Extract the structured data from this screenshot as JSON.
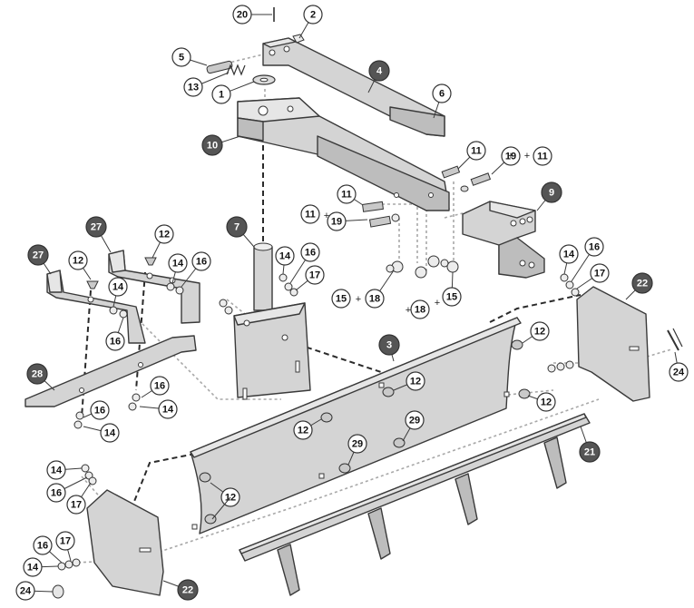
{
  "colors": {
    "part_fill": "#d4d4d4",
    "dark_callout": "#555555",
    "light_callout": "#ffffff",
    "outline": "#3a3a3a"
  },
  "callouts": [
    {
      "id": "c20",
      "label": "20",
      "style": "light"
    },
    {
      "id": "c2",
      "label": "2",
      "style": "light"
    },
    {
      "id": "c5",
      "label": "5",
      "style": "light"
    },
    {
      "id": "c13",
      "label": "13",
      "style": "light"
    },
    {
      "id": "c1",
      "label": "1",
      "style": "light"
    },
    {
      "id": "c4",
      "label": "4",
      "style": "dark"
    },
    {
      "id": "c6",
      "label": "6",
      "style": "light"
    },
    {
      "id": "c10",
      "label": "10",
      "style": "dark"
    },
    {
      "id": "c11a",
      "label": "11",
      "style": "light"
    },
    {
      "id": "c19a",
      "label": "19",
      "style": "light"
    },
    {
      "id": "c11b",
      "label": "11",
      "style": "light"
    },
    {
      "id": "c11c",
      "label": "11",
      "style": "light"
    },
    {
      "id": "c11d",
      "label": "11",
      "style": "light"
    },
    {
      "id": "c19b",
      "label": "19",
      "style": "light"
    },
    {
      "id": "c9",
      "label": "9",
      "style": "dark"
    },
    {
      "id": "c27a",
      "label": "27",
      "style": "dark"
    },
    {
      "id": "c12a",
      "label": "12",
      "style": "light"
    },
    {
      "id": "c7",
      "label": "7",
      "style": "dark"
    },
    {
      "id": "c14a",
      "label": "14",
      "style": "light"
    },
    {
      "id": "c16a",
      "label": "16",
      "style": "light"
    },
    {
      "id": "c14b",
      "label": "14",
      "style": "light"
    },
    {
      "id": "c16b",
      "label": "16",
      "style": "light"
    },
    {
      "id": "c17a",
      "label": "17",
      "style": "light"
    },
    {
      "id": "c27b",
      "label": "27",
      "style": "dark"
    },
    {
      "id": "c12b",
      "label": "12",
      "style": "light"
    },
    {
      "id": "c14c",
      "label": "14",
      "style": "light"
    },
    {
      "id": "c16c",
      "label": "16",
      "style": "light"
    },
    {
      "id": "c15a",
      "label": "15",
      "style": "light"
    },
    {
      "id": "c18a",
      "label": "18",
      "style": "light"
    },
    {
      "id": "c18b",
      "label": "18",
      "style": "light"
    },
    {
      "id": "c15b",
      "label": "15",
      "style": "light"
    },
    {
      "id": "c14d",
      "label": "14",
      "style": "light"
    },
    {
      "id": "c16d",
      "label": "16",
      "style": "light"
    },
    {
      "id": "c17b",
      "label": "17",
      "style": "light"
    },
    {
      "id": "c22a",
      "label": "22",
      "style": "dark"
    },
    {
      "id": "c3",
      "label": "3",
      "style": "dark"
    },
    {
      "id": "c12c",
      "label": "12",
      "style": "light"
    },
    {
      "id": "c28",
      "label": "28",
      "style": "dark"
    },
    {
      "id": "c16e",
      "label": "16",
      "style": "light"
    },
    {
      "id": "c14e",
      "label": "14",
      "style": "light"
    },
    {
      "id": "c16f",
      "label": "16",
      "style": "light"
    },
    {
      "id": "c14f",
      "label": "14",
      "style": "light"
    },
    {
      "id": "c12d",
      "label": "12",
      "style": "light"
    },
    {
      "id": "c12e",
      "label": "12",
      "style": "light"
    },
    {
      "id": "c29a",
      "label": "29",
      "style": "light"
    },
    {
      "id": "c29b",
      "label": "29",
      "style": "light"
    },
    {
      "id": "c12f",
      "label": "12",
      "style": "light"
    },
    {
      "id": "c24a",
      "label": "24",
      "style": "light"
    },
    {
      "id": "c21",
      "label": "21",
      "style": "dark"
    },
    {
      "id": "c14g",
      "label": "14",
      "style": "light"
    },
    {
      "id": "c16g",
      "label": "16",
      "style": "light"
    },
    {
      "id": "c17c",
      "label": "17",
      "style": "light"
    },
    {
      "id": "c12g",
      "label": "12",
      "style": "light"
    },
    {
      "id": "c16h",
      "label": "16",
      "style": "light"
    },
    {
      "id": "c17d",
      "label": "17",
      "style": "light"
    },
    {
      "id": "c14h",
      "label": "14",
      "style": "light"
    },
    {
      "id": "c24b",
      "label": "24",
      "style": "light"
    },
    {
      "id": "c22b",
      "label": "22",
      "style": "dark"
    },
    {
      "id": "c12h",
      "label": "12",
      "style": "light"
    }
  ],
  "plus_signs": [
    "+",
    "+",
    "+",
    "+",
    "+",
    "+"
  ]
}
